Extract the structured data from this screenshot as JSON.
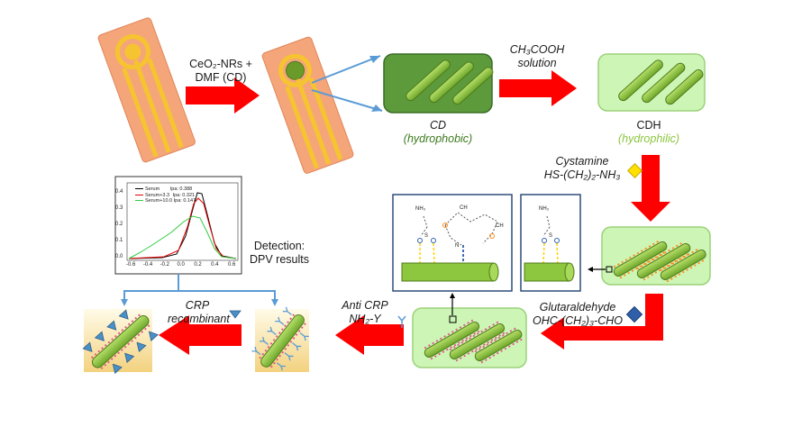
{
  "step1": {
    "line1": "CeO₂-NRs +",
    "line2": "DMF (CD)"
  },
  "step2": {
    "line1": "CH₃COOH",
    "line2": "solution"
  },
  "cd": {
    "name": "CD",
    "note": "(hydrophobic)"
  },
  "cdh": {
    "name": "CDH",
    "note": "(hydrophilic)"
  },
  "cystamine": {
    "name": "Cystamine",
    "formula": "HS-(CH₂)₂-NH₃"
  },
  "glutaraldehyde": {
    "name": "Glutaraldehyde",
    "formula": "OHC-(CH₂)₃-CHO"
  },
  "antibody": {
    "name": "Anti CRP",
    "formula": "NH₂-Y"
  },
  "antigen": {
    "name": "CRP",
    "note": "recombinant"
  },
  "detection": {
    "line1": "Detection:",
    "line2": "DPV results"
  },
  "dpv_inset": {
    "legend": [
      {
        "series": "Serum",
        "ipa": "Ipa: 0.388"
      },
      {
        "series": "Serum+3.3",
        "ipa": "Ipa: 0.321"
      },
      {
        "series": "Serum+10.0",
        "ipa": "Ipa: 0.147"
      }
    ],
    "x_ticks": [
      "-0.6",
      "-0.4",
      "-0.2",
      "0.0",
      "0.2",
      "0.4",
      "0.6"
    ],
    "y_ticks": [
      "0.4",
      "0.3",
      "0.2",
      "0.1",
      "0.0"
    ]
  },
  "chem_left": {
    "top": "NH₃",
    "atom": "S"
  },
  "chem_right": {
    "top": "NH₃",
    "atom": "S"
  },
  "chem_glut": {
    "a": "CH",
    "b": "CH",
    "n": "N"
  },
  "colors": {
    "arrow_red": "#ff0000",
    "electrode_base": "#f4a57a",
    "electrode_gold": "#f6c430",
    "rod_green": "#8dc63f",
    "box_dark_green": "#5c9a3c",
    "box_light_green": "#cdf5b6",
    "cdh_text": "#8dc63f",
    "cd_text": "#3d7a1e",
    "connector_blue": "#5b9bd5",
    "diamond_yellow": "#ffe000",
    "diamond_blue": "#2e5fa8"
  }
}
